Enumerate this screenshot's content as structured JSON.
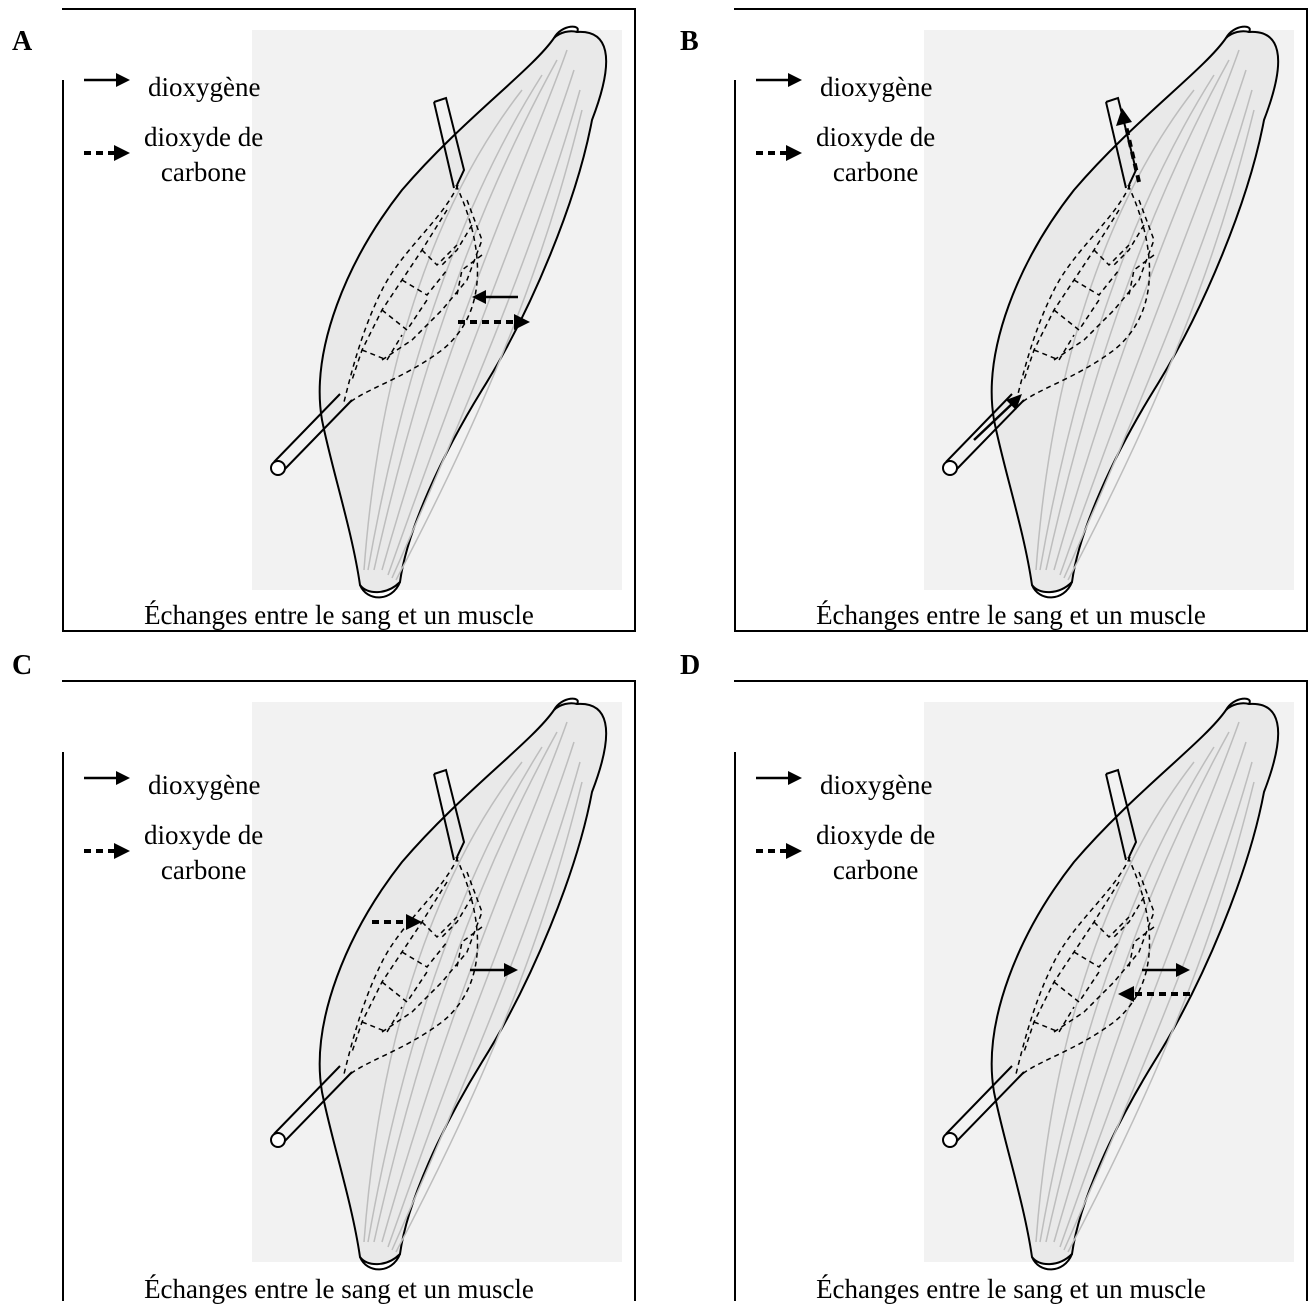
{
  "legend": {
    "oxygen_label": "dioxygène",
    "co2_label_line1": "dioxyde de",
    "co2_label_line2": "carbone"
  },
  "panels": [
    {
      "letter": "A",
      "caption": "Échanges entre le sang et un muscle"
    },
    {
      "letter": "B",
      "caption": "Échanges entre le sang et un muscle"
    },
    {
      "letter": "C",
      "caption": "Échanges entre le sang et un muscle"
    },
    {
      "letter": "D",
      "caption": "Échanges entre le sang et un muscle"
    }
  ],
  "colors": {
    "ink": "#000000",
    "muscle_shade": "#e9e9e9",
    "muscle_fiber": "#bdbdbd"
  }
}
